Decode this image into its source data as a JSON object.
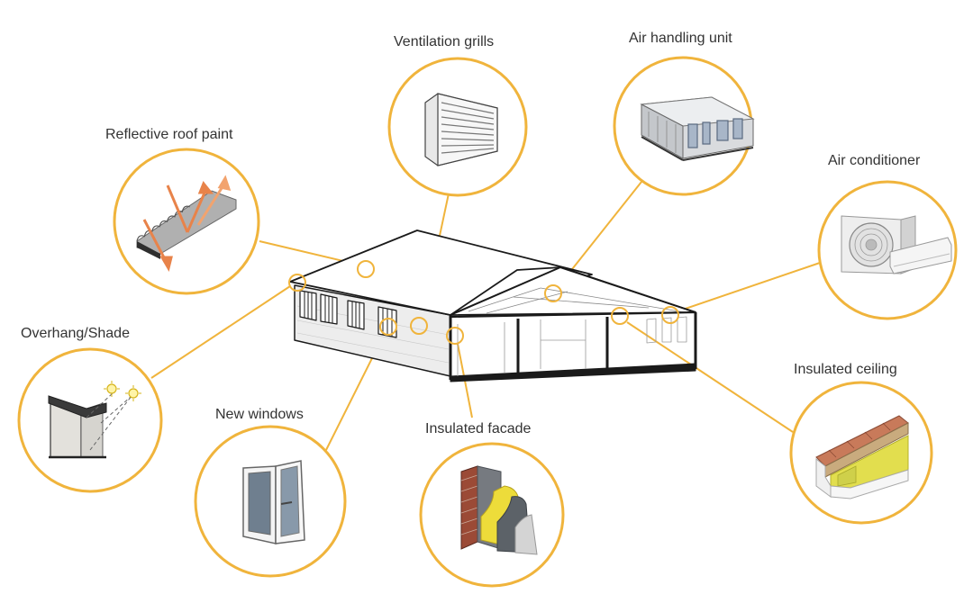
{
  "colors": {
    "accent": "#f0b43c",
    "line": "#1a1a1a",
    "wall": "#ededed"
  },
  "callouts": [
    {
      "id": "reflective-roof-paint",
      "label": "Reflective roof paint",
      "icon": "reflective-roof-icon"
    },
    {
      "id": "ventilation-grills",
      "label": "Ventilation grills",
      "icon": "ventilation-grill-icon"
    },
    {
      "id": "air-handling-unit",
      "label": "Air handling unit",
      "icon": "air-handling-unit-icon"
    },
    {
      "id": "air-conditioner",
      "label": "Air conditioner",
      "icon": "air-conditioner-icon"
    },
    {
      "id": "overhang-shade",
      "label": "Overhang/Shade",
      "icon": "overhang-shade-icon"
    },
    {
      "id": "new-windows",
      "label": "New windows",
      "icon": "window-icon"
    },
    {
      "id": "insulated-facade",
      "label": "Insulated facade",
      "icon": "insulated-facade-icon"
    },
    {
      "id": "insulated-ceiling",
      "label": "Insulated ceiling",
      "icon": "insulated-ceiling-icon"
    }
  ]
}
